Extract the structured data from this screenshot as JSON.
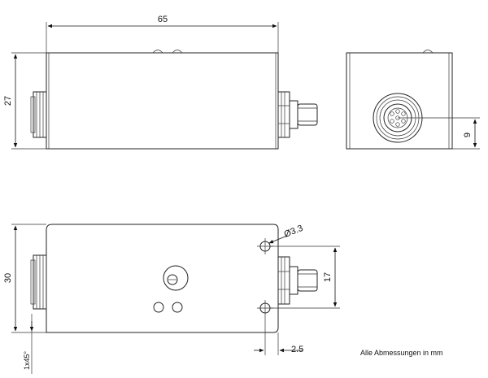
{
  "dimensions": {
    "top_width": "65",
    "top_height": "27",
    "side_offset": "9",
    "bottom_height": "30",
    "hole_diameter": "Ø3.3",
    "hole_spacing": "17",
    "edge_offset": "2.5",
    "chamfer": "1x45°"
  },
  "footer": {
    "units_note": "Alle Abmessungen in mm"
  }
}
